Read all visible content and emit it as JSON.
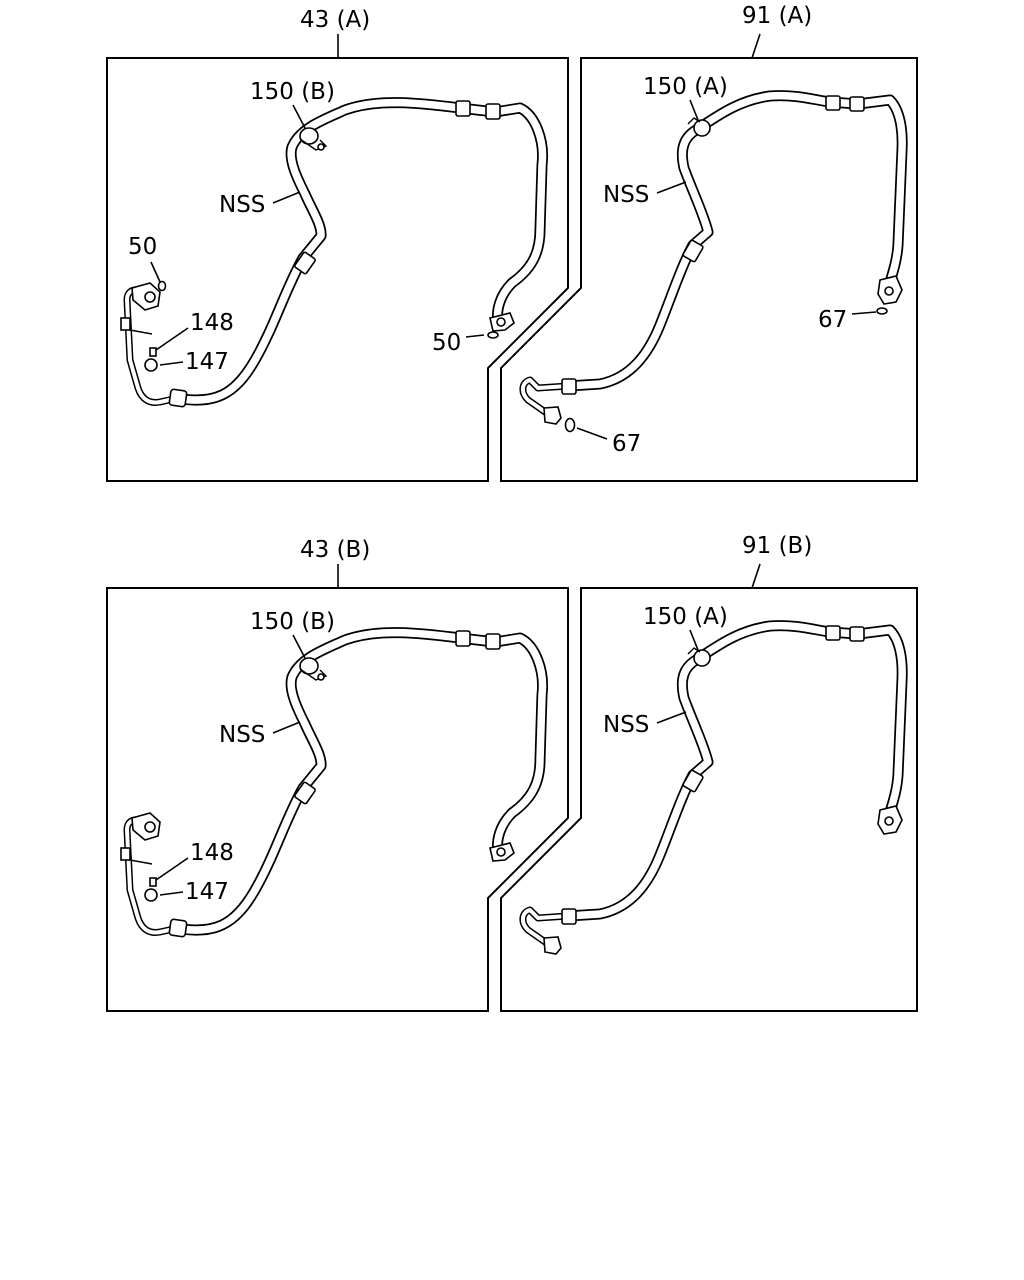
{
  "panels": [
    {
      "title": "43 (A)",
      "clamp_label": "150 (B)",
      "hose_label": "NSS",
      "oring_left_label": "50",
      "oring_right_label": "50",
      "part_148_label": "148",
      "part_147_label": "147"
    },
    {
      "title": "91 (A)",
      "clamp_label": "150 (A)",
      "hose_label": "NSS",
      "oring_top_label": "67",
      "oring_bottom_label": "67"
    },
    {
      "title": "43 (B)",
      "clamp_label": "150 (B)",
      "hose_label": "NSS",
      "part_148_label": "148",
      "part_147_label": "147"
    },
    {
      "title": "91 (B)",
      "clamp_label": "150 (A)",
      "hose_label": "NSS"
    }
  ]
}
